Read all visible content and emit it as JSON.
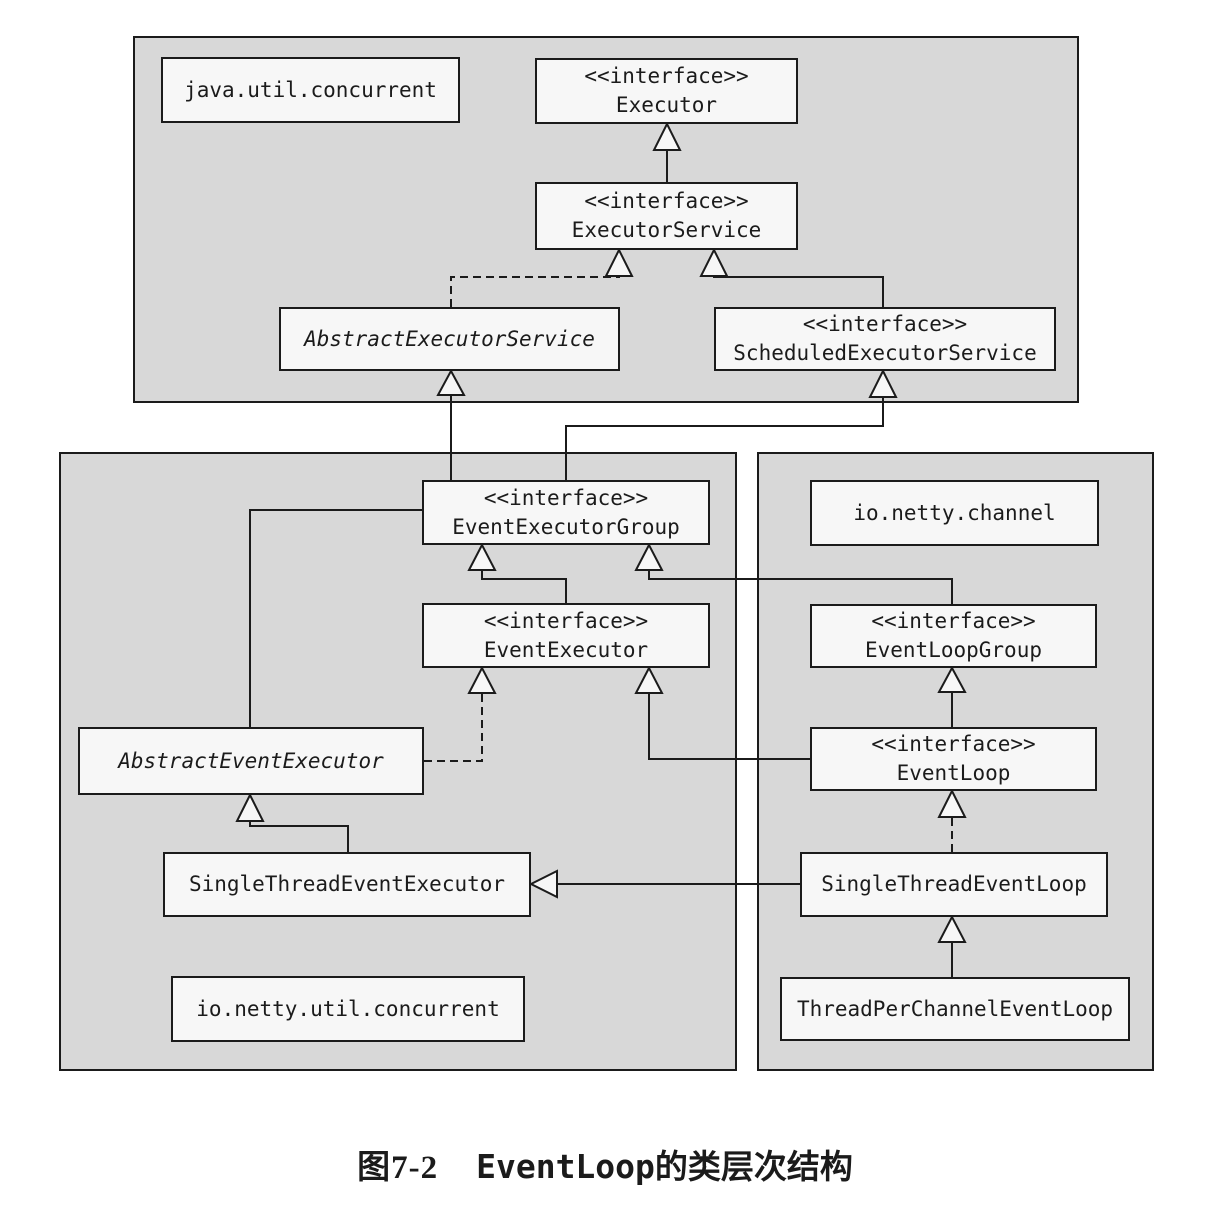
{
  "figure": {
    "kind": "uml-class-diagram",
    "caption": {
      "fig_number": "图7-2",
      "title": "EventLoop的类层次结构"
    }
  },
  "colors": {
    "background": "#ffffff",
    "package_fill": "#d8d8d8",
    "node_fill": "#f7f7f7",
    "line": "#1b1b1b"
  },
  "packages": {
    "javaUtilConcurrent": {
      "label_node": "juc"
    },
    "ioNettyUtilConcurrent": {
      "label_node": "ioNettyUtilConcurrent"
    },
    "ioNettyChannel": {
      "label_node": "ioNettyChannel"
    }
  },
  "nodes": {
    "juc": {
      "kind": "package-label",
      "lines": [
        "java.util.concurrent"
      ]
    },
    "executor": {
      "kind": "interface",
      "lines": [
        "<<interface>>",
        "Executor"
      ]
    },
    "executorService": {
      "kind": "interface",
      "lines": [
        "<<interface>>",
        "ExecutorService"
      ]
    },
    "abstractExecutorService": {
      "kind": "abstract-class",
      "lines": [
        "AbstractExecutorService"
      ]
    },
    "scheduledExecutorService": {
      "kind": "interface",
      "lines": [
        "<<interface>>",
        "ScheduledExecutorService"
      ]
    },
    "eventExecutorGroup": {
      "kind": "interface",
      "lines": [
        "<<interface>>",
        "EventExecutorGroup"
      ]
    },
    "ioNettyChannel": {
      "kind": "package-label",
      "lines": [
        "io.netty.channel"
      ]
    },
    "eventExecutor": {
      "kind": "interface",
      "lines": [
        "<<interface>>",
        "EventExecutor"
      ]
    },
    "eventLoopGroup": {
      "kind": "interface",
      "lines": [
        "<<interface>>",
        "EventLoopGroup"
      ]
    },
    "abstractEventExecutor": {
      "kind": "abstract-class",
      "lines": [
        "AbstractEventExecutor"
      ]
    },
    "eventLoop": {
      "kind": "interface",
      "lines": [
        "<<interface>>",
        "EventLoop"
      ]
    },
    "singleThreadEventExecutor": {
      "kind": "class",
      "lines": [
        "SingleThreadEventExecutor"
      ]
    },
    "singleThreadEventLoop": {
      "kind": "class",
      "lines": [
        "SingleThreadEventLoop"
      ]
    },
    "ioNettyUtilConcurrent": {
      "kind": "package-label",
      "lines": [
        "io.netty.util.concurrent"
      ]
    },
    "threadPerChannelEventLoop": {
      "kind": "class",
      "lines": [
        "ThreadPerChannelEventLoop"
      ]
    }
  },
  "edges": {
    "e1": {
      "from": "executorService",
      "to": "executor",
      "type": "generalization"
    },
    "e2": {
      "from": "abstractExecutorService",
      "to": "executorService",
      "type": "realization"
    },
    "e3": {
      "from": "scheduledExecutorService",
      "to": "executorService",
      "type": "generalization"
    },
    "e4": {
      "from": "abstractEventExecutor",
      "to": "abstractExecutorService",
      "type": "generalization"
    },
    "e5": {
      "from": "eventExecutorGroup",
      "to": "scheduledExecutorService",
      "type": "generalization"
    },
    "e6": {
      "from": "eventExecutor",
      "to": "eventExecutorGroup",
      "type": "generalization"
    },
    "e7": {
      "from": "eventLoopGroup",
      "to": "eventExecutorGroup",
      "type": "generalization"
    },
    "e8": {
      "from": "eventLoop",
      "to": "eventLoopGroup",
      "type": "generalization"
    },
    "e9": {
      "from": "eventLoop",
      "to": "eventExecutor",
      "type": "generalization"
    },
    "e10": {
      "from": "abstractEventExecutor",
      "to": "eventExecutor",
      "type": "realization"
    },
    "e11": {
      "from": "singleThreadEventExecutor",
      "to": "abstractEventExecutor",
      "type": "generalization"
    },
    "e12": {
      "from": "singleThreadEventLoop",
      "to": "singleThreadEventExecutor",
      "type": "generalization"
    },
    "e13": {
      "from": "singleThreadEventLoop",
      "to": "eventLoop",
      "type": "realization"
    },
    "e14": {
      "from": "threadPerChannelEventLoop",
      "to": "singleThreadEventLoop",
      "type": "generalization"
    }
  }
}
